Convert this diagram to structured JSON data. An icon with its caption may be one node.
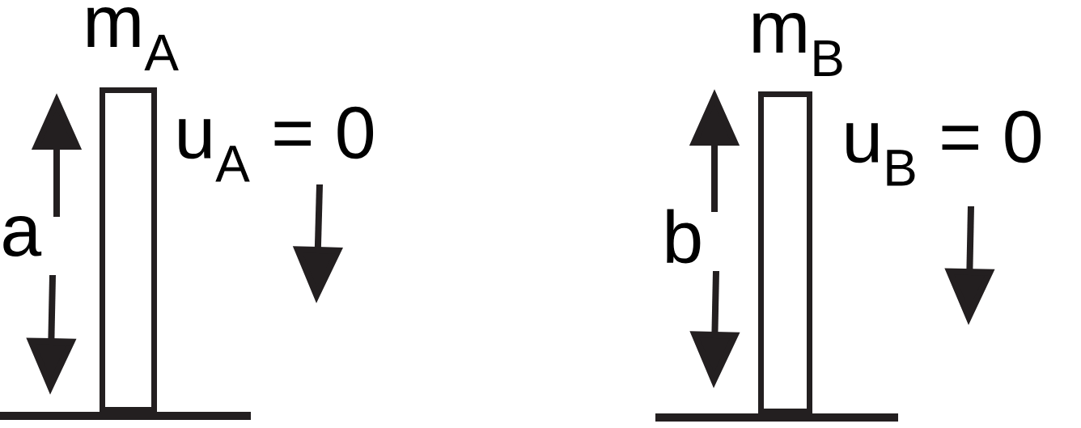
{
  "diagram": {
    "nodes": [
      {
        "text": [
          "m$_{A}$"
        ]
      },
      {
        "text": [
          "m$_{B}$"
        ]
      }
    ],
    "labels": [
      "a",
      "u$_{A}$ = 0",
      "b",
      "u$_{B}$ = 0"
    ]
  }
}
